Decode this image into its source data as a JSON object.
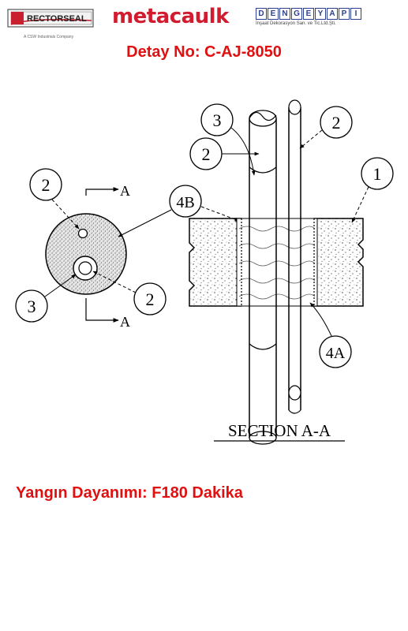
{
  "header": {
    "logo_rectorseal": "RECTORSEAL",
    "logo_rectorseal_tagline": "A CSW Industrials Company",
    "logo_metacaulk": "metacaulk",
    "logo_dengeyapi": "DENGEYAPI",
    "logo_dengeyapi_tagline": "İnşaat Dekorasyon San. ve Tic.Ltd.Şti."
  },
  "detail_title": "Detay No: C-AJ-8050",
  "diagram": {
    "callout_1": "1",
    "callout_2a": "2",
    "callout_2b": "2",
    "callout_2c": "2",
    "callout_2d": "2",
    "callout_3a": "3",
    "callout_3b": "3",
    "callout_4a": "4A",
    "callout_4b": "4B",
    "section_mark_a_top": "A",
    "section_mark_a_bottom": "A",
    "section_label": "SECTION A-A"
  },
  "fire_rating": "Yangın Dayanımı: F180 Dakika",
  "colors": {
    "title_red": "#e01010",
    "brand_red": "#d11b2e",
    "brand_blue": "#2a3f8f"
  }
}
